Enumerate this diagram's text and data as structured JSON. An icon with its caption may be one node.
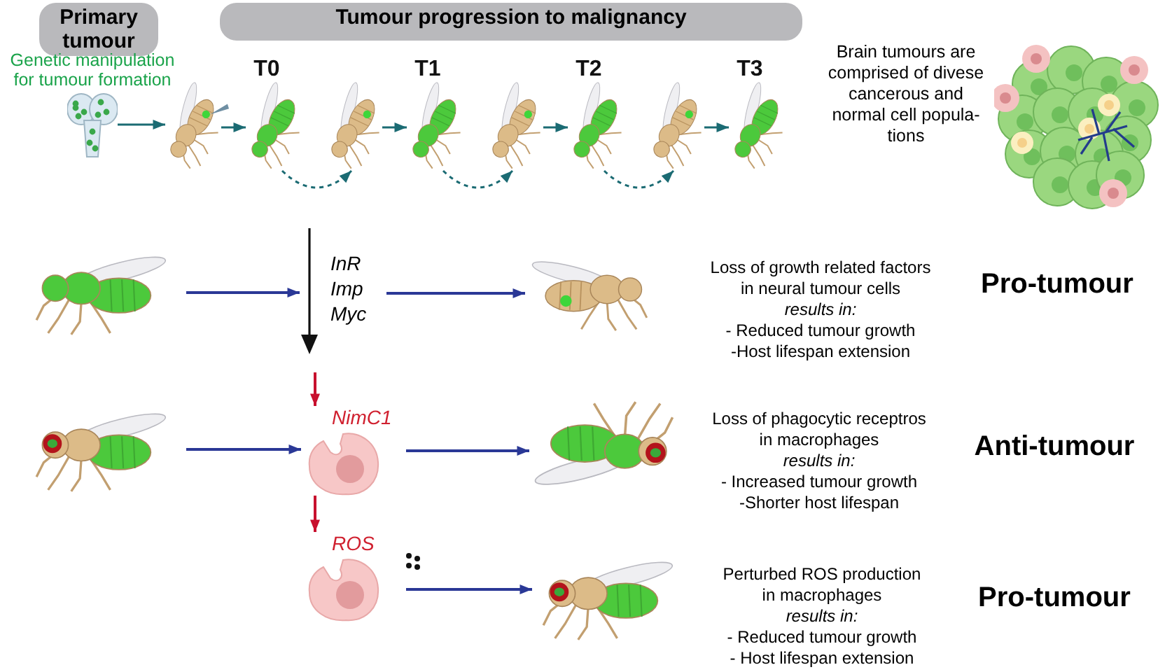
{
  "diagram": {
    "nodes": [
      {
        "text": [
          "Primary tumour"
        ]
      },
      {
        "text": [
          "Tumour progression to malignancy"
        ]
      },
      {
        "text": [],
        "shape": "picture",
        "beside": [
          "Genetic manipulation for tumour formation"
        ]
      },
      {
        "text": [],
        "shape": "picture"
      },
      {
        "text": [],
        "shape": "picture",
        "beside": [
          "T0"
        ]
      },
      {
        "text": [],
        "shape": "picture"
      },
      {
        "text": [],
        "shape": "picture",
        "beside": [
          "T1"
        ]
      },
      {
        "text": [],
        "shape": "picture"
      },
      {
        "text": [],
        "shape": "picture",
        "beside": [
          "T2"
        ]
      },
      {
        "text": [],
        "shape": "picture"
      },
      {
        "text": [],
        "shape": "picture",
        "beside": [
          "T3"
        ]
      },
      {
        "text": [],
        "shape": "picture"
      },
      {
        "text": [
          "InR Imp Myc"
        ]
      },
      {
        "text": [],
        "shape": "picture"
      },
      {
        "text": [],
        "shape": "picture"
      },
      {
        "text": [
          "NimC1"
        ]
      },
      {
        "text": [],
        "shape": "picture"
      },
      {
        "text": [
          "ROS"
        ]
      },
      {
        "text": [],
        "shape": "picture"
      }
    ],
    "edges": [
      {
        "from": 2,
        "to": 3,
        "arrow": "to"
      },
      {
        "from": 3,
        "to": 4,
        "arrow": "to"
      },
      {
        "from": 4,
        "to": 5,
        "arrow": "to",
        "style": "dashed"
      },
      {
        "from": 5,
        "to": 6,
        "arrow": "to"
      },
      {
        "from": 6,
        "to": 7,
        "arrow": "to",
        "style": "dashed"
      },
      {
        "from": 7,
        "to": 8,
        "arrow": "to"
      },
      {
        "from": 8,
        "to": 9,
        "arrow": "to",
        "style": "dashed"
      },
      {
        "from": 9,
        "to": 10,
        "arrow": "to"
      },
      {
        "from": 11,
        "to": 12,
        "arrow": "to",
        "color": "#2a3896"
      },
      {
        "from": 12,
        "to": 13,
        "arrow": "to",
        "color": "#2a3896"
      },
      {
        "from": null,
        "to": 15,
        "arrow": "to",
        "color": "#c8102e"
      },
      {
        "from": 14,
        "to": 15,
        "arrow": "to",
        "color": "#2a3896"
      },
      {
        "from": 15,
        "to": 16,
        "arrow": "to",
        "color": "#2a3896"
      },
      {
        "from": 15,
        "to": 17,
        "arrow": "to",
        "color": "#c8102e"
      },
      {
        "from": 17,
        "to": 18,
        "arrow": "to",
        "color": "#2a3896"
      }
    ],
    "labels": [
      "Brain tumours are comprised of divese cancerous and normal cell popula- tions",
      "Loss of growth related factors in neural tumour cells",
      "results in:",
      "- Reduced tumour growth",
      "-Host lifespan extension",
      "Pro-tumour",
      "Loss of phagocytic receptros in macrophages",
      "results in:",
      "- Increased tumour growth",
      "-Shorter host lifespan",
      "Anti-tumour",
      "Perturbed ROS production in macrophages",
      "results in:",
      "- Reduced tumour growth",
      "- Host lifespan extension",
      "Pro-tumour"
    ]
  }
}
